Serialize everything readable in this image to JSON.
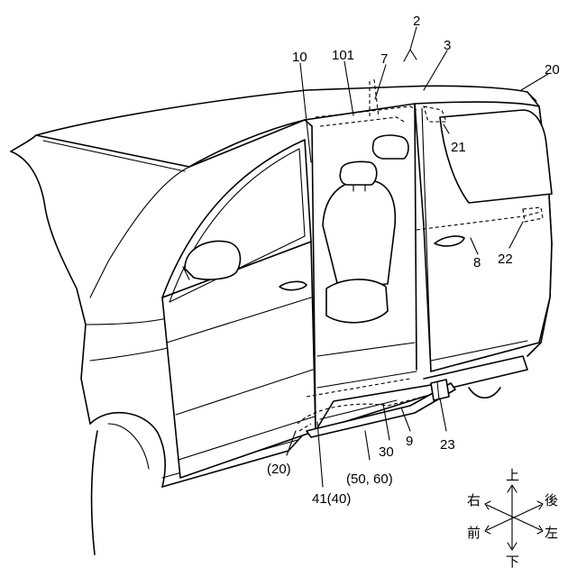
{
  "labels": {
    "l2": "2",
    "l3": "3",
    "l7": "7",
    "l10": "10",
    "l101": "101",
    "l20": "20",
    "l21": "21",
    "l22": "22",
    "l8": "8",
    "l20p": "(20)",
    "l41": "41(40)",
    "l5060": "(50, 60)",
    "l30": "30",
    "l9": "9",
    "l23": "23"
  },
  "directions": {
    "up": "上",
    "down": "下",
    "right": "右",
    "left": "左",
    "front": "前",
    "rear": "後"
  }
}
